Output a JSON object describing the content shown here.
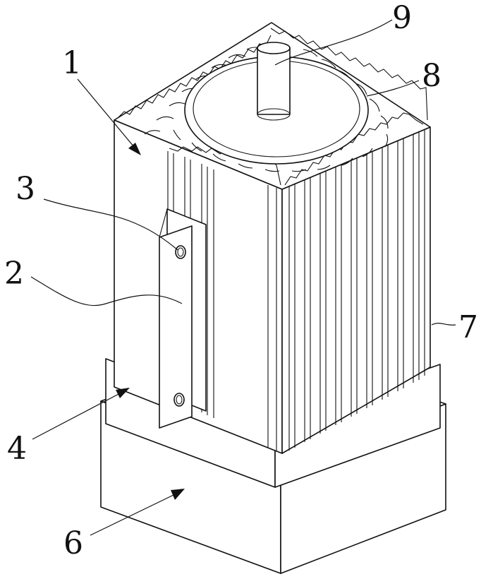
{
  "labels": {
    "l1": "1",
    "l2": "2",
    "l3": "3",
    "l4": "4",
    "l6": "6",
    "l7": "7",
    "l8": "8",
    "l9": "9"
  }
}
